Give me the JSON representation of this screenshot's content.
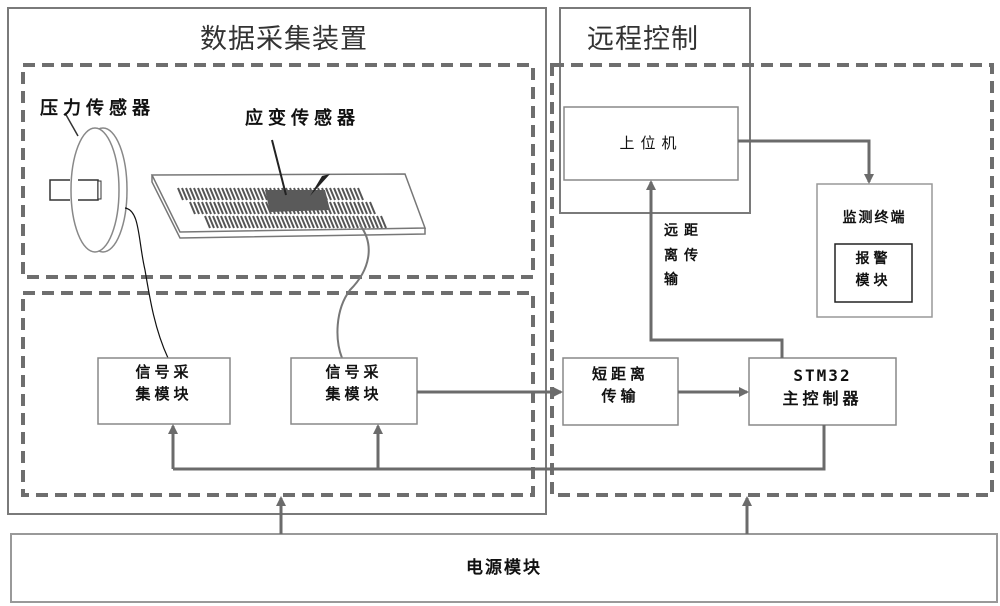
{
  "sections": {
    "data_acquisition": {
      "title": "数据采集装置"
    },
    "remote_control": {
      "title": "远程控制"
    }
  },
  "sensors": {
    "pressure_sensor": "压力传感器",
    "strain_sensor": "应变传感器"
  },
  "modules": {
    "signal_acq_1": {
      "line1": "信号采",
      "line2": "集模块"
    },
    "signal_acq_2": {
      "line1": "信号采",
      "line2": "集模块"
    },
    "short_range": {
      "line1": "短距离",
      "line2": "传输"
    },
    "stm32": {
      "line1": "STM32",
      "line2": "主控制器"
    },
    "host_pc": {
      "label": "上位机"
    },
    "long_range": {
      "line1": "远距",
      "line2": "离传",
      "line3": "输"
    },
    "monitor_terminal": {
      "label": "监测终端"
    },
    "alarm_module": {
      "line1": "报警",
      "line2": "模块"
    },
    "power_module": {
      "label": "电源模块"
    }
  },
  "colors": {
    "line": "#6b6b6b",
    "dashed": "#6e6e6e",
    "box": "#7a7a7a",
    "text": "#111111"
  }
}
